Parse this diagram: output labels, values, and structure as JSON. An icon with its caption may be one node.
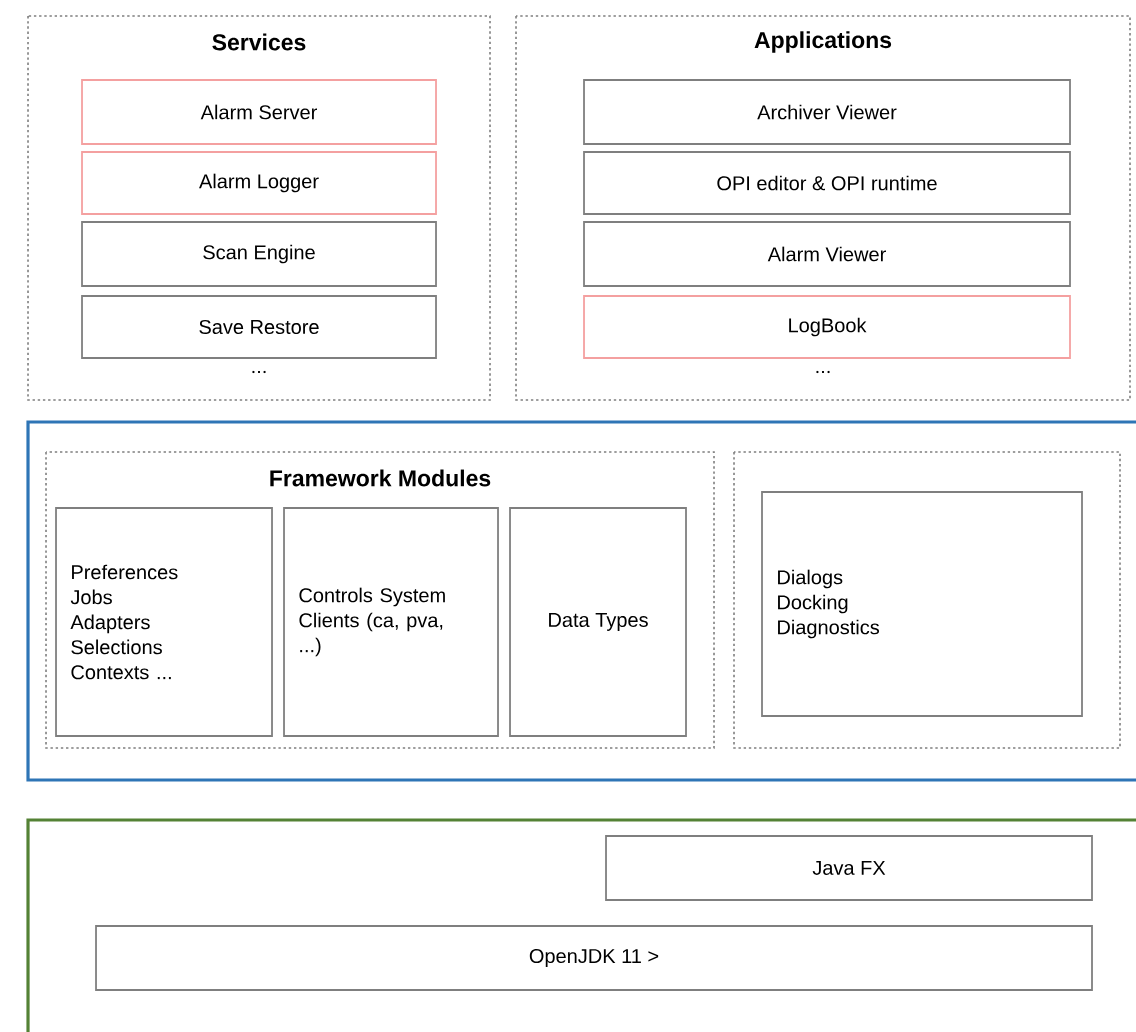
{
  "diagram": {
    "nodes": [
      {
        "text": [
          "Services",
          "..."
        ]
      },
      {
        "text": [
          "Alarm Server"
        ],
        "in": 0
      },
      {
        "text": [
          "Alarm Logger"
        ],
        "in": 0
      },
      {
        "text": [
          "Scan Engine"
        ],
        "in": 0
      },
      {
        "text": [
          "Save Restore"
        ],
        "in": 0
      },
      {
        "text": [
          "Applications",
          "..."
        ]
      },
      {
        "text": [
          "Archiver Viewer"
        ],
        "in": 5
      },
      {
        "text": [
          "OPI editor & OPI runtime"
        ],
        "in": 5
      },
      {
        "text": [
          "Alarm Viewer"
        ],
        "in": 5
      },
      {
        "text": [
          "LogBook"
        ],
        "in": 5
      },
      {
        "text": [],
        "shape": "box"
      },
      {
        "text": [
          "Framework Modules"
        ],
        "in": 10
      },
      {
        "text": [
          "Preferences Jobs Adapters Selections Contexts ..."
        ],
        "in": 11
      },
      {
        "text": [
          "Controls System Clients (ca, pva, ...)"
        ],
        "in": 11
      },
      {
        "text": [
          "Data Types"
        ],
        "in": 11
      },
      {
        "text": [],
        "shape": "box",
        "in": 10
      },
      {
        "text": [
          "Dialogs Docking Diagnostics"
        ],
        "in": 15
      },
      {
        "text": [],
        "shape": "box"
      },
      {
        "text": [
          "Java FX"
        ],
        "in": 17
      },
      {
        "text": [
          "OpenJDK 11 >"
        ],
        "in": 17
      }
    ]
  }
}
